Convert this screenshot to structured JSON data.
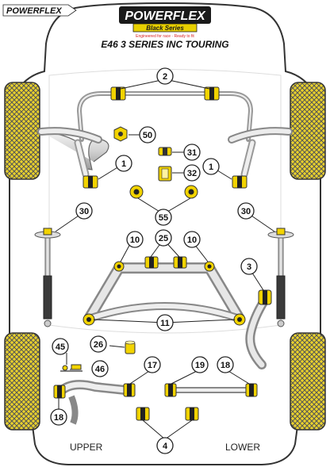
{
  "brand": {
    "corner_logo": "POWERFLEX",
    "main_logo": "POWERFLEX",
    "sub_logo": "Black Series",
    "tagline": "Engineered for race · Ready to fit"
  },
  "title": "E46 3 SERIES INC TOURING",
  "section_labels": {
    "upper": "UPPER",
    "lower": "LOWER"
  },
  "callouts": [
    {
      "id": "c2",
      "label": "2"
    },
    {
      "id": "c50",
      "label": "50"
    },
    {
      "id": "c31",
      "label": "31"
    },
    {
      "id": "c32",
      "label": "32"
    },
    {
      "id": "c1l",
      "label": "1"
    },
    {
      "id": "c1r",
      "label": "1"
    },
    {
      "id": "c55",
      "label": "55"
    },
    {
      "id": "c30l",
      "label": "30"
    },
    {
      "id": "c30r",
      "label": "30"
    },
    {
      "id": "c10l",
      "label": "10"
    },
    {
      "id": "c25",
      "label": "25"
    },
    {
      "id": "c10r",
      "label": "10"
    },
    {
      "id": "c3",
      "label": "3"
    },
    {
      "id": "c11",
      "label": "11"
    },
    {
      "id": "c45",
      "label": "45"
    },
    {
      "id": "c26",
      "label": "26"
    },
    {
      "id": "c46",
      "label": "46"
    },
    {
      "id": "c17",
      "label": "17"
    },
    {
      "id": "c19",
      "label": "19"
    },
    {
      "id": "c18r",
      "label": "18"
    },
    {
      "id": "c18l",
      "label": "18"
    },
    {
      "id": "c4",
      "label": "4"
    }
  ],
  "colors": {
    "bushing_yellow": "#f2d300",
    "tyre_yellow": "#e8cf2a",
    "outline": "#555555",
    "metal_light": "#e4e4e4",
    "metal_dark": "#8a8a8a",
    "logo_red": "#d81e1e"
  }
}
